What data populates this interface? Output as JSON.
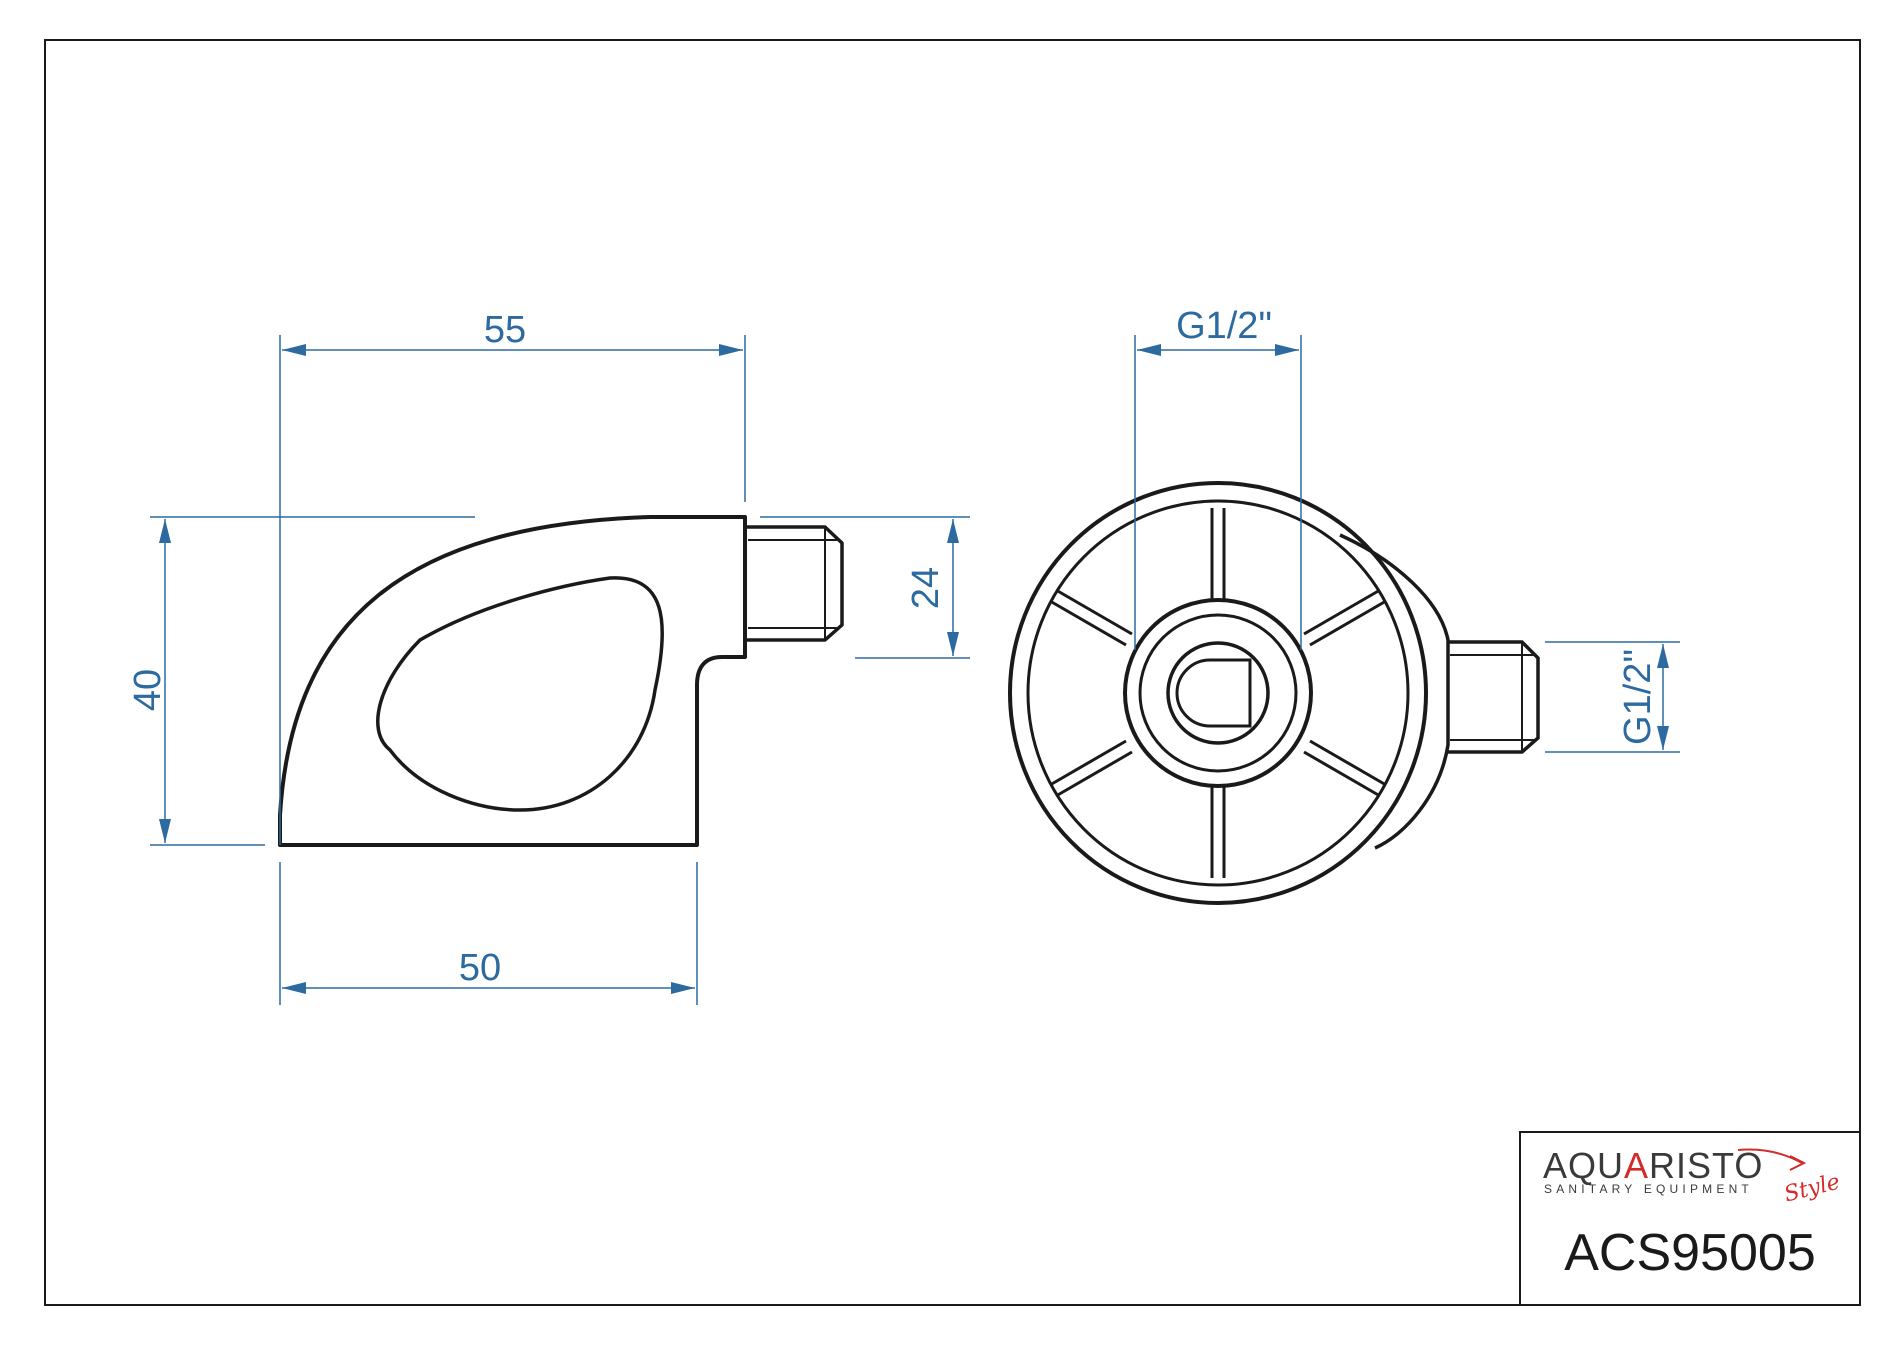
{
  "colors": {
    "outline": "#1a1a1a",
    "dimension": "#2c6aa0",
    "logo_dark": "#3a3a3a",
    "logo_accent": "#d42a2a"
  },
  "dimensions": {
    "top_width": "55",
    "bottom_width": "50",
    "height": "40",
    "spout_height": "24",
    "front_thread": "G1/2\"",
    "side_thread": "G1/2\""
  },
  "title_block": {
    "brand_prefix": "AQU",
    "brand_accent": "A",
    "brand_suffix": "RISTO",
    "tagline": "SANITARY EQUIPMENT",
    "script": "Style",
    "product_code": "ACS95005"
  }
}
